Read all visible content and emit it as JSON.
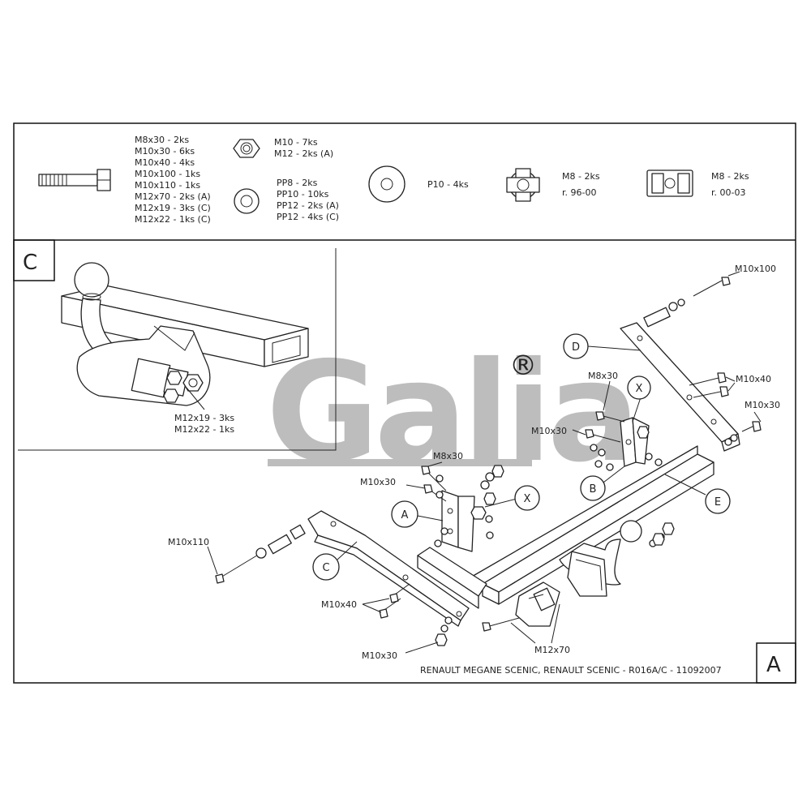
{
  "legend": {
    "bolts": [
      "M8x30 - 2ks",
      "M10x30 - 6ks",
      "M10x40 - 4ks",
      "M10x100 - 1ks",
      "M10x110 - 1ks",
      "M12x70 - 2ks (A)",
      "M12x19 - 3ks (C)",
      "M12x22 - 1ks (C)"
    ],
    "nuts": [
      "M10 - 7ks",
      "M12 - 2ks (A)"
    ],
    "washers": [
      "PP8 - 2ks",
      "PP10 - 10ks",
      "PP12 - 2ks (A)",
      "PP12 - 4ks (C)"
    ],
    "flat_washer": "P10 - 4ks",
    "clip_nut": [
      "M8 - 2ks",
      "r. 96-00"
    ],
    "cage_nut": [
      "M8 - 2ks",
      "r. 00-03"
    ]
  },
  "variant_c": {
    "box_letter": "C",
    "bolt_note": [
      "M12x19 - 3ks",
      "M12x22 - 1ks"
    ]
  },
  "watermark": {
    "brand": "Galia",
    "registered": "®"
  },
  "callouts": {
    "m10x100": "M10x100",
    "m10x40_right": "M10x40",
    "m10x30_right": "M10x30",
    "m8x30_upper": "M8x30",
    "m10x30_mid": "M10x30",
    "m8x30_lower": "M8x30",
    "m10x30_left": "M10x30",
    "m10x110": "M10x110",
    "m10x40_left": "M10x40",
    "m10x30_bottom": "M10x30",
    "m12x70": "M12x70"
  },
  "parts": {
    "a": "A",
    "b": "B",
    "c": "C",
    "d": "D",
    "e": "E",
    "x_upper": "X",
    "x_lower": "X"
  },
  "footer": {
    "caption": "RENAULT MEGANE SCENIC, RENAULT SCENIC - R016A/C - 11092007",
    "variant_letter": "A"
  }
}
